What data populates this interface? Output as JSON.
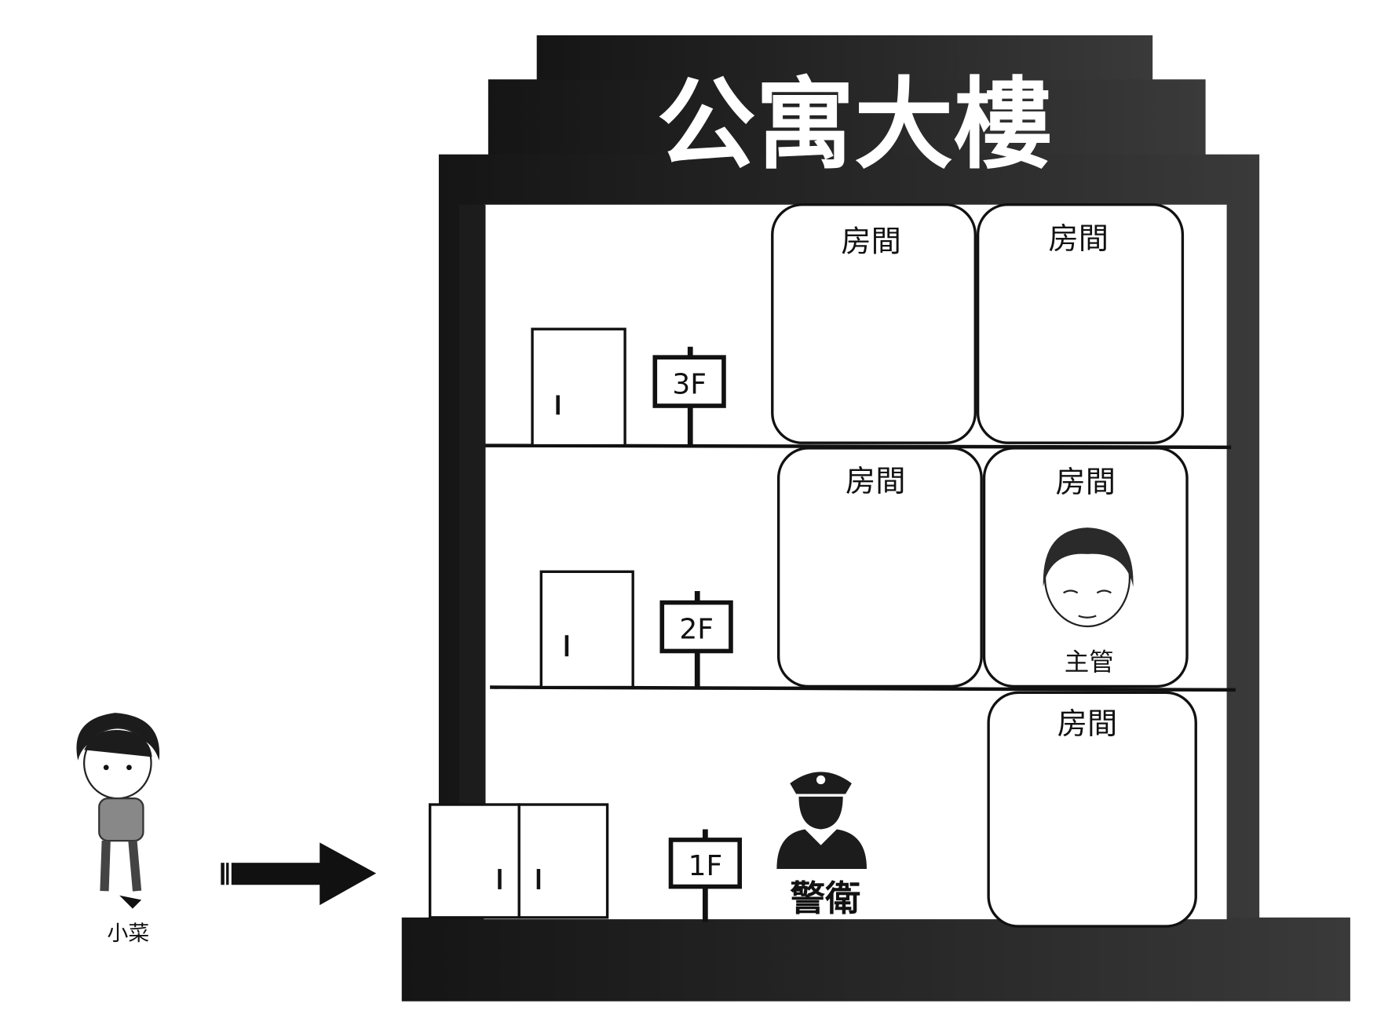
{
  "building": {
    "title": "公寓大樓",
    "floors": [
      {
        "sign": "3F",
        "rooms": [
          "房間",
          "房間"
        ]
      },
      {
        "sign": "2F",
        "rooms": [
          "房間",
          "房間"
        ]
      },
      {
        "sign": "1F",
        "rooms": [
          "房間"
        ]
      }
    ],
    "supervisor_label": "主管",
    "guard_label": "警衛"
  },
  "visitor": {
    "label": "小菜"
  },
  "colors": {
    "building": "#1c1c1c",
    "background": "#ffffff",
    "line": "#111111"
  }
}
